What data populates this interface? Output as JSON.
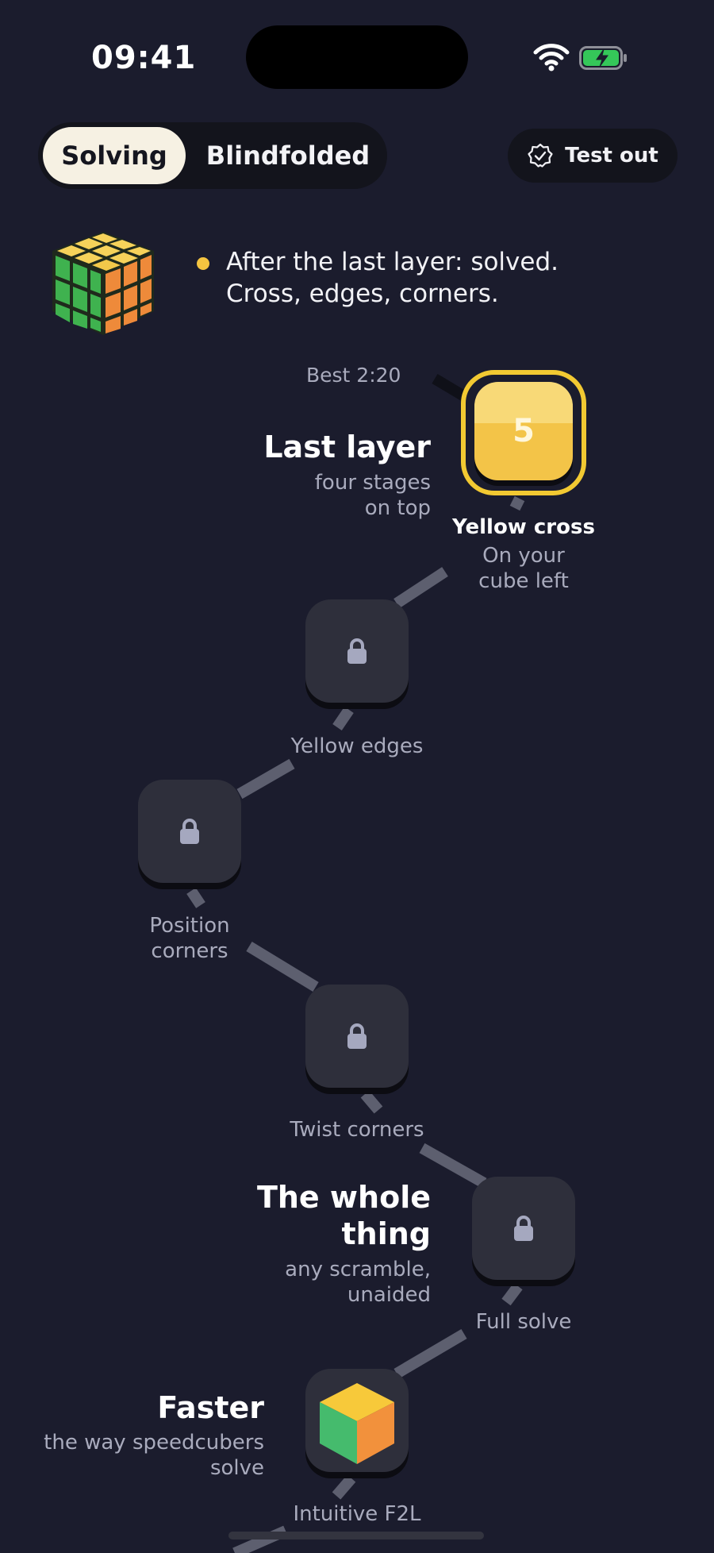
{
  "status_bar": {
    "time": "09:41"
  },
  "segment": {
    "options": [
      "Solving",
      "Blindfolded"
    ],
    "selected": "Solving"
  },
  "test_out": {
    "label": "Test out",
    "icon": "badge-check-icon"
  },
  "header": {
    "line1": "After the last layer: solved.",
    "line2": "Cross, edges, corners."
  },
  "best": "Best 2:20",
  "sections": [
    {
      "title": "Last layer",
      "subtitle_line1": "four stages",
      "subtitle_line2": "on top"
    },
    {
      "title_line1": "The whole",
      "title_line2": "thing",
      "subtitle_line1": "any scramble,",
      "subtitle_line2": "unaided"
    },
    {
      "title": "Faster",
      "subtitle_line1": "the way speedcubers",
      "subtitle_line2": "solve"
    }
  ],
  "nodes": [
    {
      "label": "Yellow cross",
      "sublabel_line1": "On your",
      "sublabel_line2": "cube left",
      "number": "5",
      "state": "active"
    },
    {
      "label": "Yellow edges",
      "state": "locked"
    },
    {
      "label_line1": "Position",
      "label_line2": "corners",
      "state": "locked"
    },
    {
      "label": "Twist corners",
      "state": "locked"
    },
    {
      "label": "Full solve",
      "state": "locked"
    },
    {
      "label": "Intuitive F2L",
      "state": "available"
    }
  ],
  "colors": {
    "background": "#1b1c2d",
    "accent_yellow": "#f2c932",
    "node_locked": "#2e2f3b",
    "path": "#595b6b"
  }
}
